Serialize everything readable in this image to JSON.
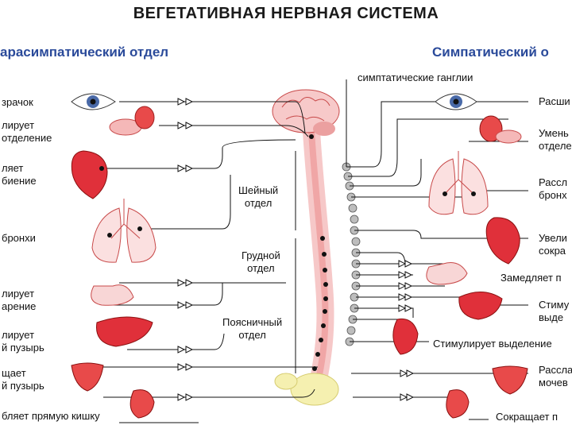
{
  "title": "ВЕГЕТАТИВНАЯ НЕРВНАЯ СИСТЕМА",
  "left_header": "арасимпатический отдел",
  "right_header": "Симпатический о",
  "ganglia_label": "симптатические ганглии",
  "regions": {
    "cervical": [
      "Шейный",
      "отдел"
    ],
    "thoracic": [
      "Грудной",
      "отдел"
    ],
    "lumbar": [
      "Поясничный",
      "отдел"
    ]
  },
  "left_labels": {
    "pupil": "зрачок",
    "saliva": [
      "лирует",
      "отделение"
    ],
    "heart": [
      "ляет",
      "биение"
    ],
    "bronchi": "бронхи",
    "digestion": [
      "лирует",
      "арение"
    ],
    "gallbladder": [
      "лирует",
      "й пузырь"
    ],
    "bladder": [
      "щает",
      "й пузырь"
    ],
    "rectum": "бляет прямую кишку"
  },
  "right_labels": {
    "pupil": "Расши",
    "saliva": [
      "Умень",
      "отделе"
    ],
    "bronchi": [
      "Рассл",
      "бронх"
    ],
    "heart": [
      "Увели",
      "сокра"
    ],
    "digestion": "Замедляет п",
    "liver": [
      "Стиму",
      "выде"
    ],
    "adrenal": "Стимулирует выделение",
    "bladder": [
      "Рассла",
      "мочев"
    ],
    "rectum": "Сокращает п"
  },
  "colors": {
    "organ": "#e0303a",
    "organ_light": "#f2b8b8",
    "spine": "#f2a0a0",
    "header": "#2a4a9a"
  }
}
